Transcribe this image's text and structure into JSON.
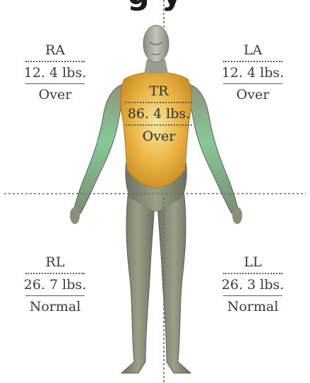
{
  "header": {
    "title_fragment": "g                    y"
  },
  "colors": {
    "muscle_normal": "#8c9173",
    "arm_highlight": "#7fc58d",
    "trunk_over": "#e6a83a",
    "divider": "#6a6a6a",
    "text": "#3a3a3a"
  },
  "segments": {
    "ra": {
      "name": "RA",
      "weight": "12. 4 lbs.",
      "status": "Over"
    },
    "la": {
      "name": "LA",
      "weight": "12. 4 lbs.",
      "status": "Over"
    },
    "tr": {
      "name": "TR",
      "weight": "86. 4 lbs.",
      "status": "Over"
    },
    "rl": {
      "name": "RL",
      "weight": "26. 7 lbs.",
      "status": "Normal"
    },
    "ll": {
      "name": "LL",
      "weight": "26. 3 lbs.",
      "status": "Normal"
    }
  }
}
